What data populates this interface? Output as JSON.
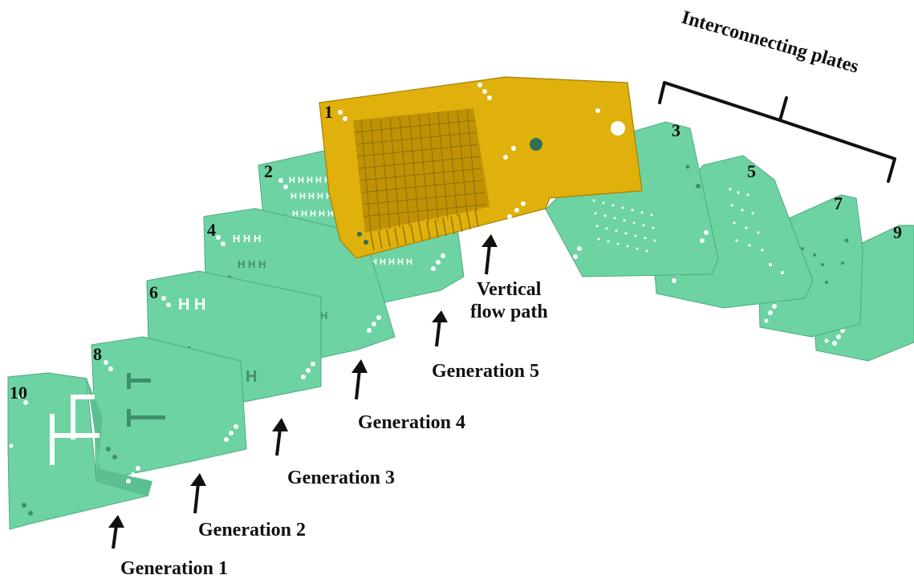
{
  "colors": {
    "green_plate": "#6dd3a3",
    "green_edge": "#4fa982",
    "gold_plate": "#e0b10c",
    "gold_edge": "#a77f00",
    "hole": "#ffffff",
    "dark_hole": "#3f8f6d",
    "arrow": "#111111"
  },
  "plates": {
    "p1": "1",
    "p2": "2",
    "p3": "3",
    "p4": "4",
    "p5": "5",
    "p6": "6",
    "p7": "7",
    "p8": "8",
    "p9": "9",
    "p10": "10"
  },
  "labels": {
    "interconnecting": "Interconnecting plates",
    "vertical_1": "Vertical",
    "vertical_2": "flow path",
    "gen5": "Generation 5",
    "gen4": "Generation 4",
    "gen3": "Generation 3",
    "gen2": "Generation 2",
    "gen1": "Generation 1"
  }
}
